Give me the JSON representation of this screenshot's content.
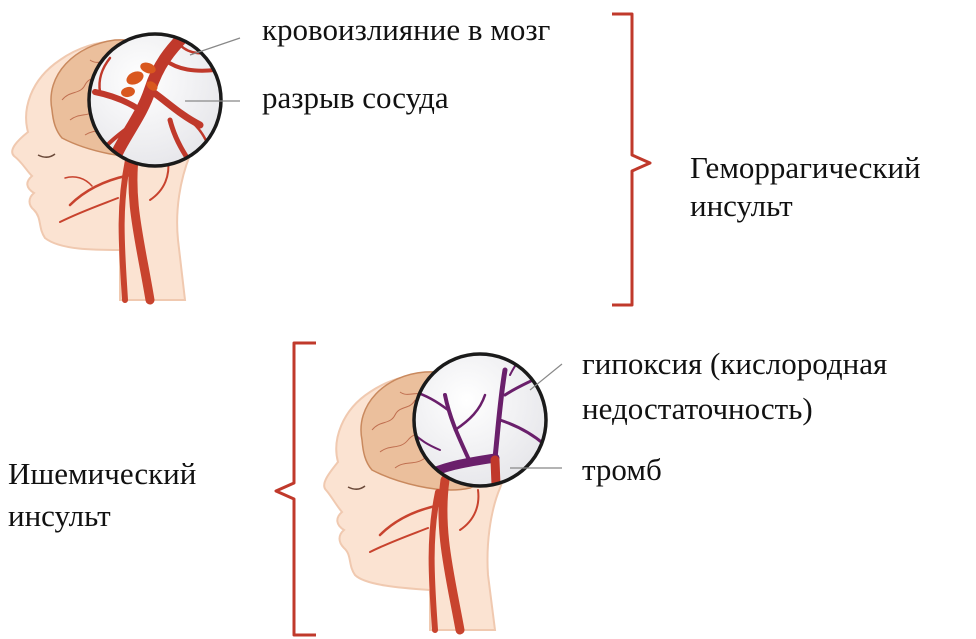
{
  "hemorrhagic": {
    "label_line1": "кровоизлияние в мозг",
    "label_line2": "разрыв сосуда",
    "type_line1": "Геморрагический",
    "type_line2": "инсульт"
  },
  "ischemic": {
    "label_line1": "гипоксия (кислородная",
    "label_line2": "недостаточность)",
    "label_line3": "тромб",
    "type_line1": "Ишемический",
    "type_line2": "инсульт"
  },
  "colors": {
    "artery": "#c8432e",
    "bracket": "#c0392b",
    "skin": "#fbe3d2",
    "brain": "#ebbf9c",
    "ischemic_vessel": "#6a1f6b"
  }
}
